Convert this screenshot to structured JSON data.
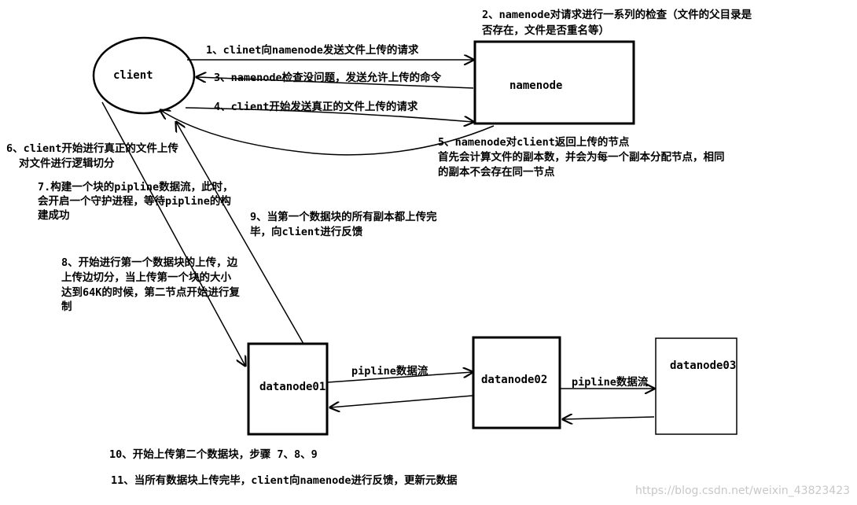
{
  "nodes": {
    "client": "client",
    "namenode": "namenode",
    "datanode01": "datanode01",
    "datanode02": "datanode02",
    "datanode03": "datanode03"
  },
  "steps": {
    "s1": "1、clinet向namenode发送文件上传的请求",
    "s2_line1": "2、namenode对请求进行一系列的检查（文件的父目录是",
    "s2_line2": "否存在，文件是否重名等）",
    "s3": "3、namenode检查没问题，发送允许上传的命令",
    "s4": "4、client开始发送真正的文件上传的请求",
    "s5_line1": "5、namenode对client返回上传的节点",
    "s5_line2": "首先会计算文件的副本数，并会为每一个副本分配节点，相同",
    "s5_line3": "的副本不会存在同一节点",
    "s6_line1": "6、client开始进行真正的文件上传",
    "s6_line2": "对文件进行逻辑切分",
    "s7_line1": "7.构建一个块的pipline数据流，此时，",
    "s7_line2": "会开启一个守护进程，等待pipline的构",
    "s7_line3": "建成功",
    "s8_line1": "8、开始进行第一个数据块的上传，边",
    "s8_line2": "上传边切分，当上传第一个块的大小",
    "s8_line3": "达到64K的时候，第二节点开始进行复",
    "s8_line4": "制",
    "s9_line1": "9、当第一个数据块的所有副本都上传完",
    "s9_line2": "毕，向client进行反馈",
    "s10": "10、开始上传第二个数据块，步骤 7、8、9",
    "s11": "11、当所有数据块上传完毕，client向namenode进行反馈，更新元数据"
  },
  "pipeline_labels": {
    "p1": "pipline数据流",
    "p2": "pipline数据流"
  },
  "watermark": "https://blog.csdn.net/weixin_43823423"
}
